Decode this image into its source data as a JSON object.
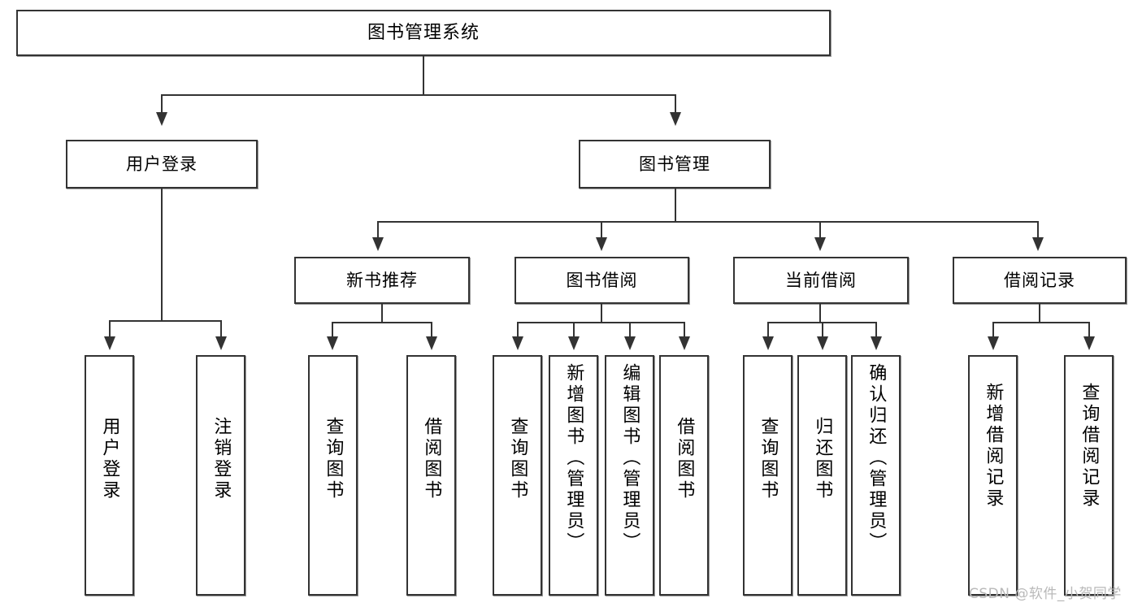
{
  "diagram": {
    "type": "tree-hierarchy",
    "title": "图书管理系统",
    "root": {
      "label": "图书管理系统"
    },
    "level2": [
      {
        "label": "用户登录"
      },
      {
        "label": "图书管理"
      }
    ],
    "level3": [
      {
        "label": "新书推荐"
      },
      {
        "label": "图书借阅"
      },
      {
        "label": "当前借阅"
      },
      {
        "label": "借阅记录"
      }
    ],
    "leaves": {
      "user_login": [
        {
          "label": "用户登录"
        },
        {
          "label": "注销登录"
        }
      ],
      "new_book_recommend": [
        {
          "label": "查询图书"
        },
        {
          "label": "借阅图书"
        }
      ],
      "book_borrow": [
        {
          "label": "查询图书"
        },
        {
          "label": "新增图书（管理员）"
        },
        {
          "label": "编辑图书（管理员）"
        },
        {
          "label": "借阅图书"
        }
      ],
      "current_borrow": [
        {
          "label": "查询图书"
        },
        {
          "label": "归还图书"
        },
        {
          "label": "确认归还（管理员）"
        }
      ],
      "borrow_record": [
        {
          "label": "新增借阅记录"
        },
        {
          "label": "查询借阅记录"
        }
      ]
    }
  },
  "watermark": {
    "text": "CSDN @软件_小贺同学"
  },
  "colors": {
    "stroke": "#333333",
    "background": "#ffffff",
    "watermark": "#b9b9b9"
  }
}
